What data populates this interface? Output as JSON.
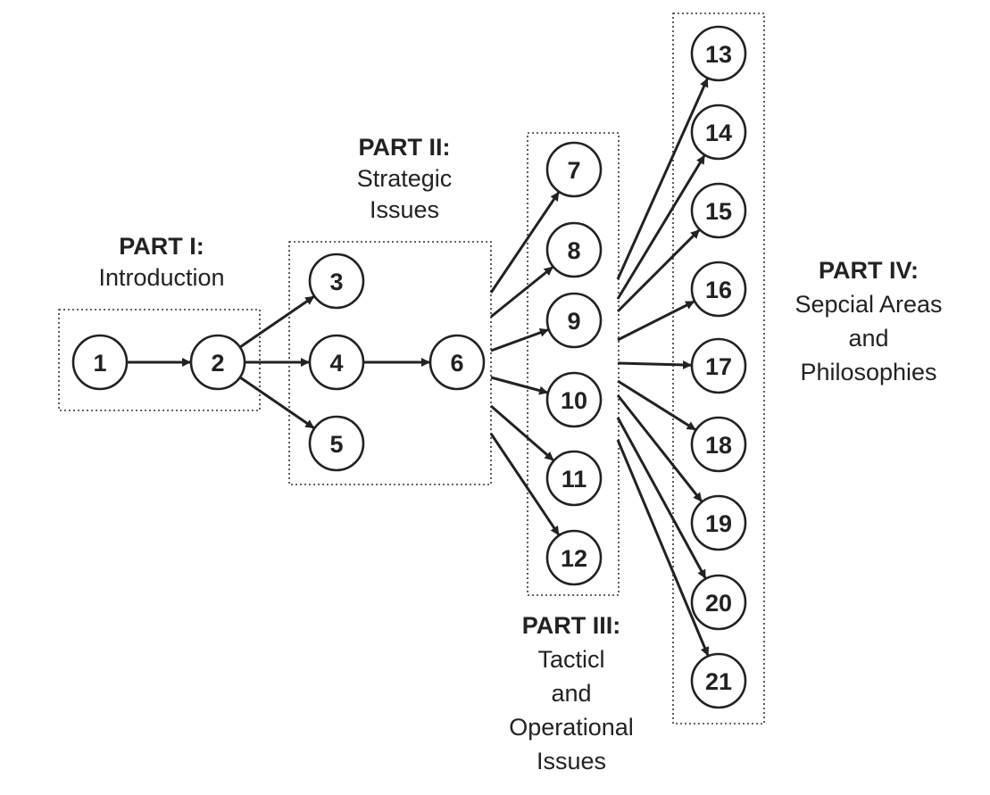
{
  "nodes": [
    {
      "id": "1",
      "label": "1"
    },
    {
      "id": "2",
      "label": "2"
    },
    {
      "id": "3",
      "label": "3"
    },
    {
      "id": "4",
      "label": "4"
    },
    {
      "id": "5",
      "label": "5"
    },
    {
      "id": "6",
      "label": "6"
    },
    {
      "id": "7",
      "label": "7"
    },
    {
      "id": "8",
      "label": "8"
    },
    {
      "id": "9",
      "label": "9"
    },
    {
      "id": "10",
      "label": "10"
    },
    {
      "id": "11",
      "label": "11"
    },
    {
      "id": "12",
      "label": "12"
    },
    {
      "id": "13",
      "label": "13"
    },
    {
      "id": "14",
      "label": "14"
    },
    {
      "id": "15",
      "label": "15"
    },
    {
      "id": "16",
      "label": "16"
    },
    {
      "id": "17",
      "label": "17"
    },
    {
      "id": "18",
      "label": "18"
    },
    {
      "id": "19",
      "label": "19"
    },
    {
      "id": "20",
      "label": "20"
    },
    {
      "id": "21",
      "label": "21"
    }
  ],
  "edges": [
    {
      "from": "1",
      "to": "2"
    },
    {
      "from": "2",
      "to": "3"
    },
    {
      "from": "2",
      "to": "4"
    },
    {
      "from": "2",
      "to": "5"
    },
    {
      "from": "4",
      "to": "6"
    },
    {
      "from": "part2",
      "to": "7"
    },
    {
      "from": "part2",
      "to": "8"
    },
    {
      "from": "part2",
      "to": "9"
    },
    {
      "from": "part2",
      "to": "10"
    },
    {
      "from": "part2",
      "to": "11"
    },
    {
      "from": "part2",
      "to": "12"
    },
    {
      "from": "part3",
      "to": "13"
    },
    {
      "from": "part3",
      "to": "14"
    },
    {
      "from": "part3",
      "to": "15"
    },
    {
      "from": "part3",
      "to": "16"
    },
    {
      "from": "part3",
      "to": "17"
    },
    {
      "from": "part3",
      "to": "18"
    },
    {
      "from": "part3",
      "to": "19"
    },
    {
      "from": "part3",
      "to": "20"
    },
    {
      "from": "part3",
      "to": "21"
    }
  ],
  "parts": [
    {
      "id": "part1",
      "title": "PART I:",
      "lines": [
        "Introduction"
      ],
      "nodes": [
        "1",
        "2"
      ]
    },
    {
      "id": "part2",
      "title": "PART II:",
      "lines": [
        "Strategic",
        "Issues"
      ],
      "nodes": [
        "3",
        "4",
        "5",
        "6"
      ]
    },
    {
      "id": "part3",
      "title": "PART III:",
      "lines": [
        "Tacticl",
        "and",
        "Operational",
        "Issues"
      ],
      "nodes": [
        "7",
        "8",
        "9",
        "10",
        "11",
        "12"
      ]
    },
    {
      "id": "part4",
      "title": "PART IV:",
      "lines": [
        "Sepcial Areas",
        "and",
        "Philosophies"
      ],
      "nodes": [
        "13",
        "14",
        "15",
        "16",
        "17",
        "18",
        "19",
        "20",
        "21"
      ]
    }
  ]
}
